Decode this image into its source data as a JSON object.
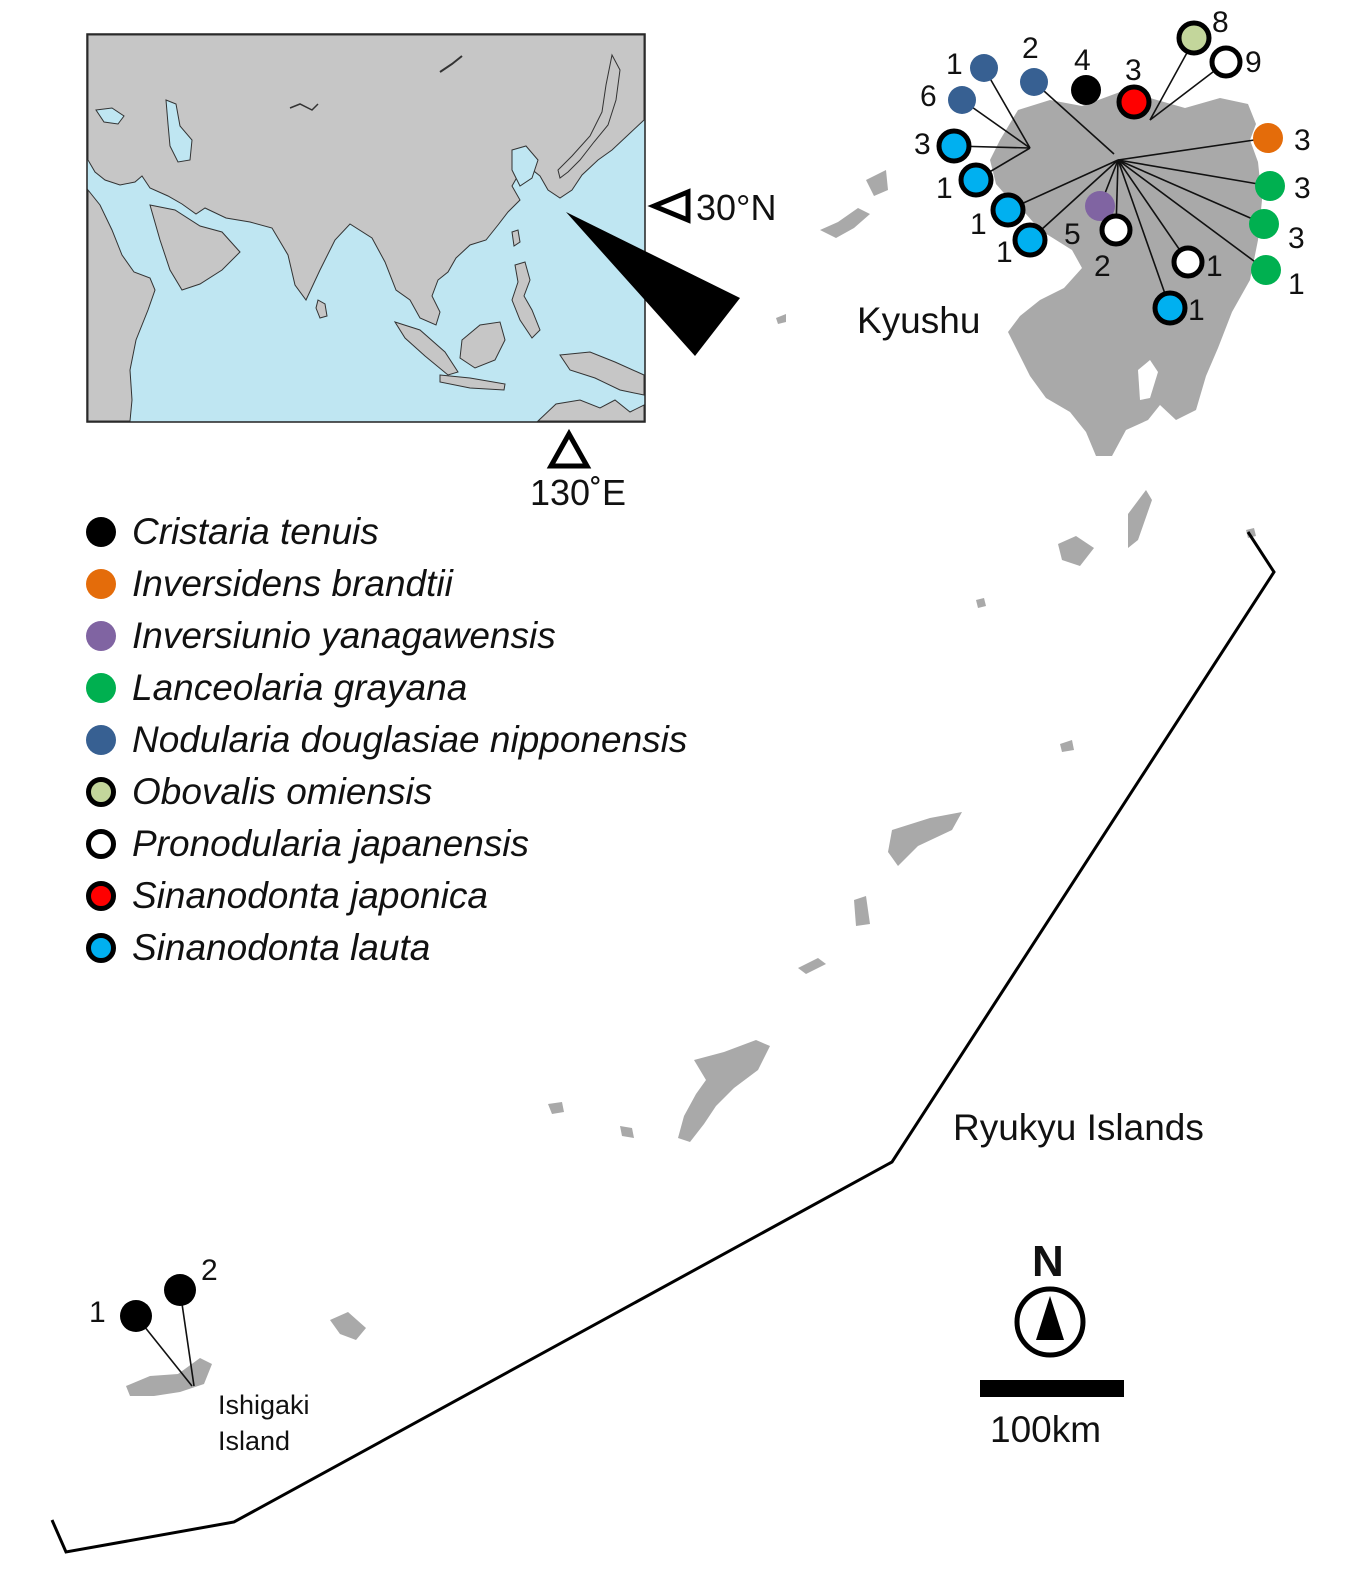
{
  "inset": {
    "lat_label": "30°N",
    "lon_label": "130˚E",
    "colors": {
      "land": "#c6c6c6",
      "sea": "#bfe6f2"
    }
  },
  "regions": {
    "kyushu": "Kyushu",
    "ryukyu": "Ryukyu Islands",
    "ishigaki": [
      "Ishigaki",
      "Island"
    ]
  },
  "legend": [
    {
      "name": "Cristaria tenuis",
      "fill": "#000000",
      "outlined": false
    },
    {
      "name": "Inversidens brandtii",
      "fill": "#e46c0a",
      "outlined": false
    },
    {
      "name": "Inversiunio yanagawensis",
      "fill": "#8064a2",
      "outlined": false
    },
    {
      "name": "Lanceolaria grayana",
      "fill": "#00b050",
      "outlined": false
    },
    {
      "name": "Nodularia douglasiae nipponensis",
      "fill": "#376092",
      "outlined": false
    },
    {
      "name": "Obovalis omiensis",
      "fill": "#c3d69b",
      "outlined": true
    },
    {
      "name": "Pronodularia japanensis",
      "fill": "#ffffff",
      "outlined": true
    },
    {
      "name": "Sinanodonta japonica",
      "fill": "#ff0000",
      "outlined": true
    },
    {
      "name": "Sinanodonta lauta",
      "fill": "#00b0f0",
      "outlined": true
    }
  ],
  "sites": [
    {
      "species": "Nodularia douglasiae nipponensis",
      "count": "1"
    },
    {
      "species": "Nodularia douglasiae nipponensis",
      "count": "2"
    },
    {
      "species": "Cristaria tenuis",
      "count": "4"
    },
    {
      "species": "Sinanodonta japonica",
      "count": "3"
    },
    {
      "species": "Obovalis omiensis",
      "count": "8"
    },
    {
      "species": "Pronodularia japanensis",
      "count": "9"
    },
    {
      "species": "Nodularia douglasiae nipponensis",
      "count": "6"
    },
    {
      "species": "Sinanodonta lauta",
      "count": "3"
    },
    {
      "species": "Sinanodonta lauta",
      "count": "1"
    },
    {
      "species": "Sinanodonta lauta",
      "count": "1"
    },
    {
      "species": "Sinanodonta lauta",
      "count": "1"
    },
    {
      "species": "Inversiunio yanagawensis",
      "count": "5"
    },
    {
      "species": "Pronodularia japanensis",
      "count": "2"
    },
    {
      "species": "Pronodularia japanensis",
      "count": "1"
    },
    {
      "species": "Sinanodonta lauta",
      "count": "1"
    },
    {
      "species": "Inversidens brandtii",
      "count": "3"
    },
    {
      "species": "Lanceolaria grayana",
      "count": "3"
    },
    {
      "species": "Lanceolaria grayana",
      "count": "3"
    },
    {
      "species": "Lanceolaria grayana",
      "count": "1"
    },
    {
      "species": "Cristaria tenuis",
      "count": "1"
    },
    {
      "species": "Cristaria tenuis",
      "count": "2"
    }
  ],
  "compass": {
    "label": "N"
  },
  "scale_bar": {
    "label": "100km"
  }
}
